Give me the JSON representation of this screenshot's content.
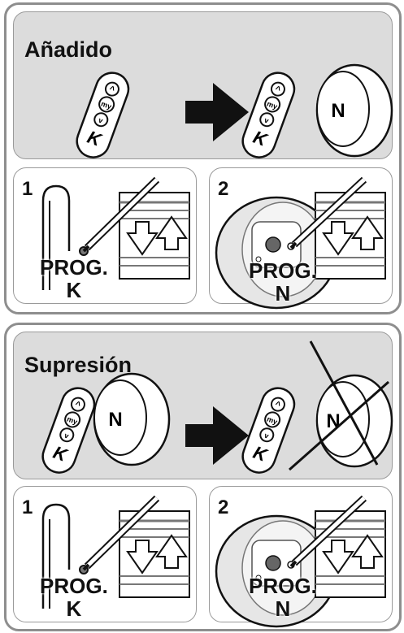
{
  "sections": [
    {
      "title": "Añadido",
      "remote_label": "K",
      "receiver_label": "N",
      "remote_buttons": {
        "up": "^",
        "my": "my",
        "down": "v"
      },
      "steps": [
        {
          "number": "1",
          "prog": "PROG.",
          "device": "K"
        },
        {
          "number": "2",
          "prog": "PROG.",
          "device": "N"
        }
      ]
    },
    {
      "title": "Supresión",
      "remote_label": "K",
      "receiver_label": "N",
      "remote_buttons": {
        "up": "^",
        "my": "my",
        "down": "v"
      },
      "steps": [
        {
          "number": "1",
          "prog": "PROG.",
          "device": "K"
        },
        {
          "number": "2",
          "prog": "PROG.",
          "device": "N"
        }
      ]
    }
  ]
}
